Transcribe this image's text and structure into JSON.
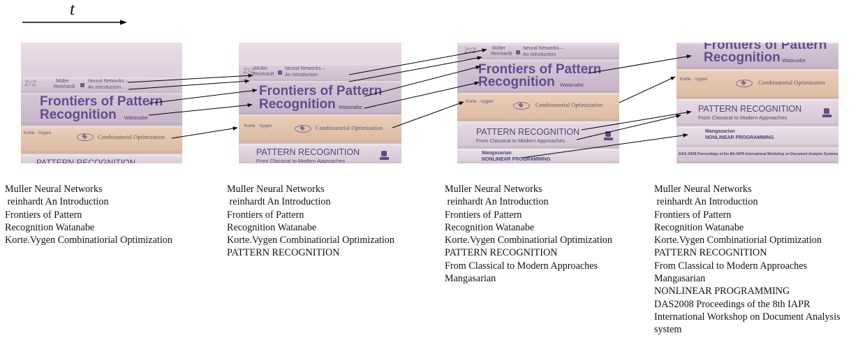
{
  "time_label": "t",
  "book_titles": {
    "author_muller": "Müller",
    "author_reinhardt": "Reinhardt",
    "neural_networks": "Neural Networks –",
    "an_introduction": "An Introduction",
    "frontiers_line1": "Frontiers of Pattern",
    "frontiers_line2": "Recognition",
    "watanabe": "Watanabe",
    "korte_vygen": "Korte · Vygen",
    "combinatorial": "Combinatorial Optimization",
    "pattern_recognition": "PATTERN RECOGNITION",
    "from_classical": "From Classical to Modern Approaches",
    "mangasarian": "Mangasarian",
    "nonlinear": "NONLINEAR PROGRAMMING",
    "das2008": "DAS 2008",
    "proceedings": "Proceedings of the 8th IAPR International Workshop on Document Analysis Systems"
  },
  "text_columns": [
    {
      "lines": [
        "Muller Neural Networks",
        " reinhardt An Introduction",
        "Frontiers of Pattern",
        "Recognition Watanabe",
        "Korte.Vygen Combinatiorial Optimization"
      ]
    },
    {
      "lines": [
        "Muller Neural Networks",
        " reinhardt An Introduction",
        "Frontiers of Pattern",
        "Recognition Watanabe",
        "Korte.Vygen Combinatiorial Optimization",
        "PATTERN RECOGNITION"
      ]
    },
    {
      "lines": [
        "Muller Neural Networks",
        " reinhardt An Introduction",
        "Frontiers of Pattern",
        "Recognition Watanabe",
        "Korte.Vygen Combinatiorial Optimization",
        "PATTERN RECOGNITION",
        "From Classical to Modern Approaches",
        "Mangasarian"
      ]
    },
    {
      "lines": [
        "Muller Neural Networks",
        " reinhardt An Introduction",
        "Frontiers of Pattern",
        "Recognition Watanabe",
        "Korte.Vygen Combinatiorial Optimization",
        "PATTERN RECOGNITION",
        "From Classical to Modern Approaches",
        "Mangasarian",
        "NONLINEAR PROGRAMMING",
        "DAS2008 Proceedings of the 8th IAPR",
        "International Workshop on Document Analysis",
        "system"
      ]
    }
  ],
  "colors": {
    "arrow": "#000000",
    "cover_text": "#5f4d8e",
    "frame_bg": "#d9c6d6"
  }
}
